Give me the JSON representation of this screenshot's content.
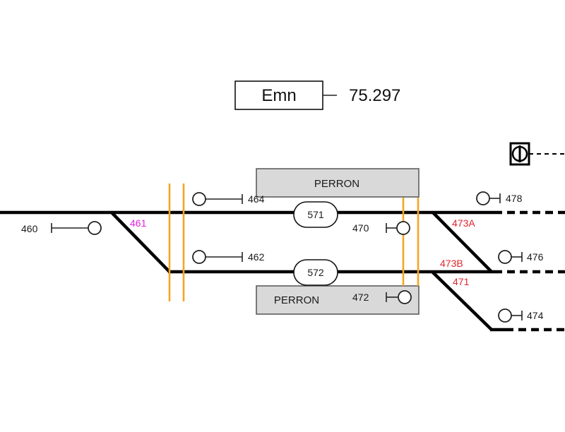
{
  "station": {
    "code": "Emn",
    "km": "75.297"
  },
  "platforms": {
    "upper": "PERRON",
    "lower": "PERRON"
  },
  "sections": {
    "upper": "571",
    "lower": "572"
  },
  "signals": {
    "s460": "460",
    "s462": "462",
    "s464": "464",
    "s470": "470",
    "s472": "472",
    "s474": "474",
    "s476": "476",
    "s478": "478"
  },
  "switches": {
    "sw461": "461",
    "sw471": "471",
    "sw473a": "473A",
    "sw473b": "473B"
  },
  "colors": {
    "track": "#000000",
    "platform": "#d9d9d9",
    "insulation": "#f5a623",
    "switch_red": "#e0252b",
    "switch_magenta": "#e020e0"
  }
}
